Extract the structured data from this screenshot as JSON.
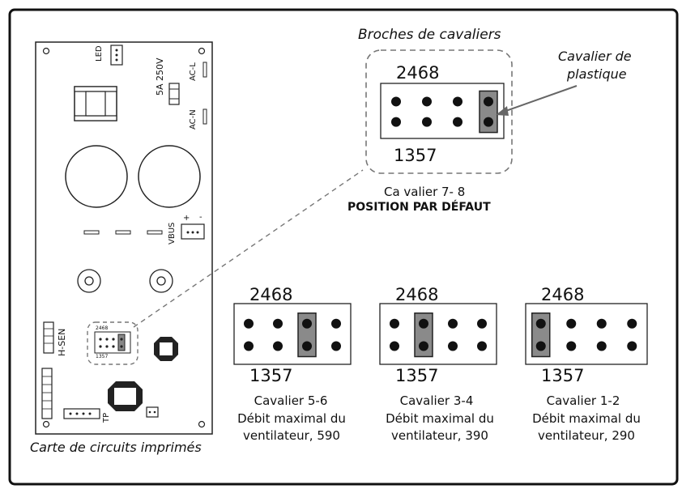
{
  "pcb": {
    "caption": "Carte de circuits imprimés",
    "labels": {
      "led": "LED",
      "fuse_rating": "5A 250V",
      "ac_l": "AC-L",
      "ac_n": "AC-N",
      "vbus": "VBUS",
      "plus": "+",
      "minus": "-",
      "h_sen": "H-SEN",
      "tp": "TP",
      "mini_top": "2468",
      "mini_bottom": "1357"
    }
  },
  "detail": {
    "title": "Broches de cavaliers",
    "plastic_label_line1": "Cavalier de",
    "plastic_label_line2": "plastique",
    "top_numbers": "2468",
    "bottom_numbers": "1357",
    "jumper_line": "Ca valier  7- 8",
    "default_label": "POSITION PAR DÉFAUT"
  },
  "options": [
    {
      "top_numbers": "2468",
      "bottom_numbers": "1357",
      "jumper": "Cavalier 5-6",
      "flow_line1": "Débit maximal du",
      "flow_line2": "ventilateur, 590",
      "jumper_column": 3
    },
    {
      "top_numbers": "2468",
      "bottom_numbers": "1357",
      "jumper": "Cavalier 3-4",
      "flow_line1": "Débit maximal du",
      "flow_line2": "ventilateur, 390",
      "jumper_column": 2
    },
    {
      "top_numbers": "2468",
      "bottom_numbers": "1357",
      "jumper": "Cavalier 1-2",
      "flow_line1": "Débit maximal du",
      "flow_line2": "ventilateur, 290",
      "jumper_column": 1
    }
  ],
  "default_jumper_column": 4
}
